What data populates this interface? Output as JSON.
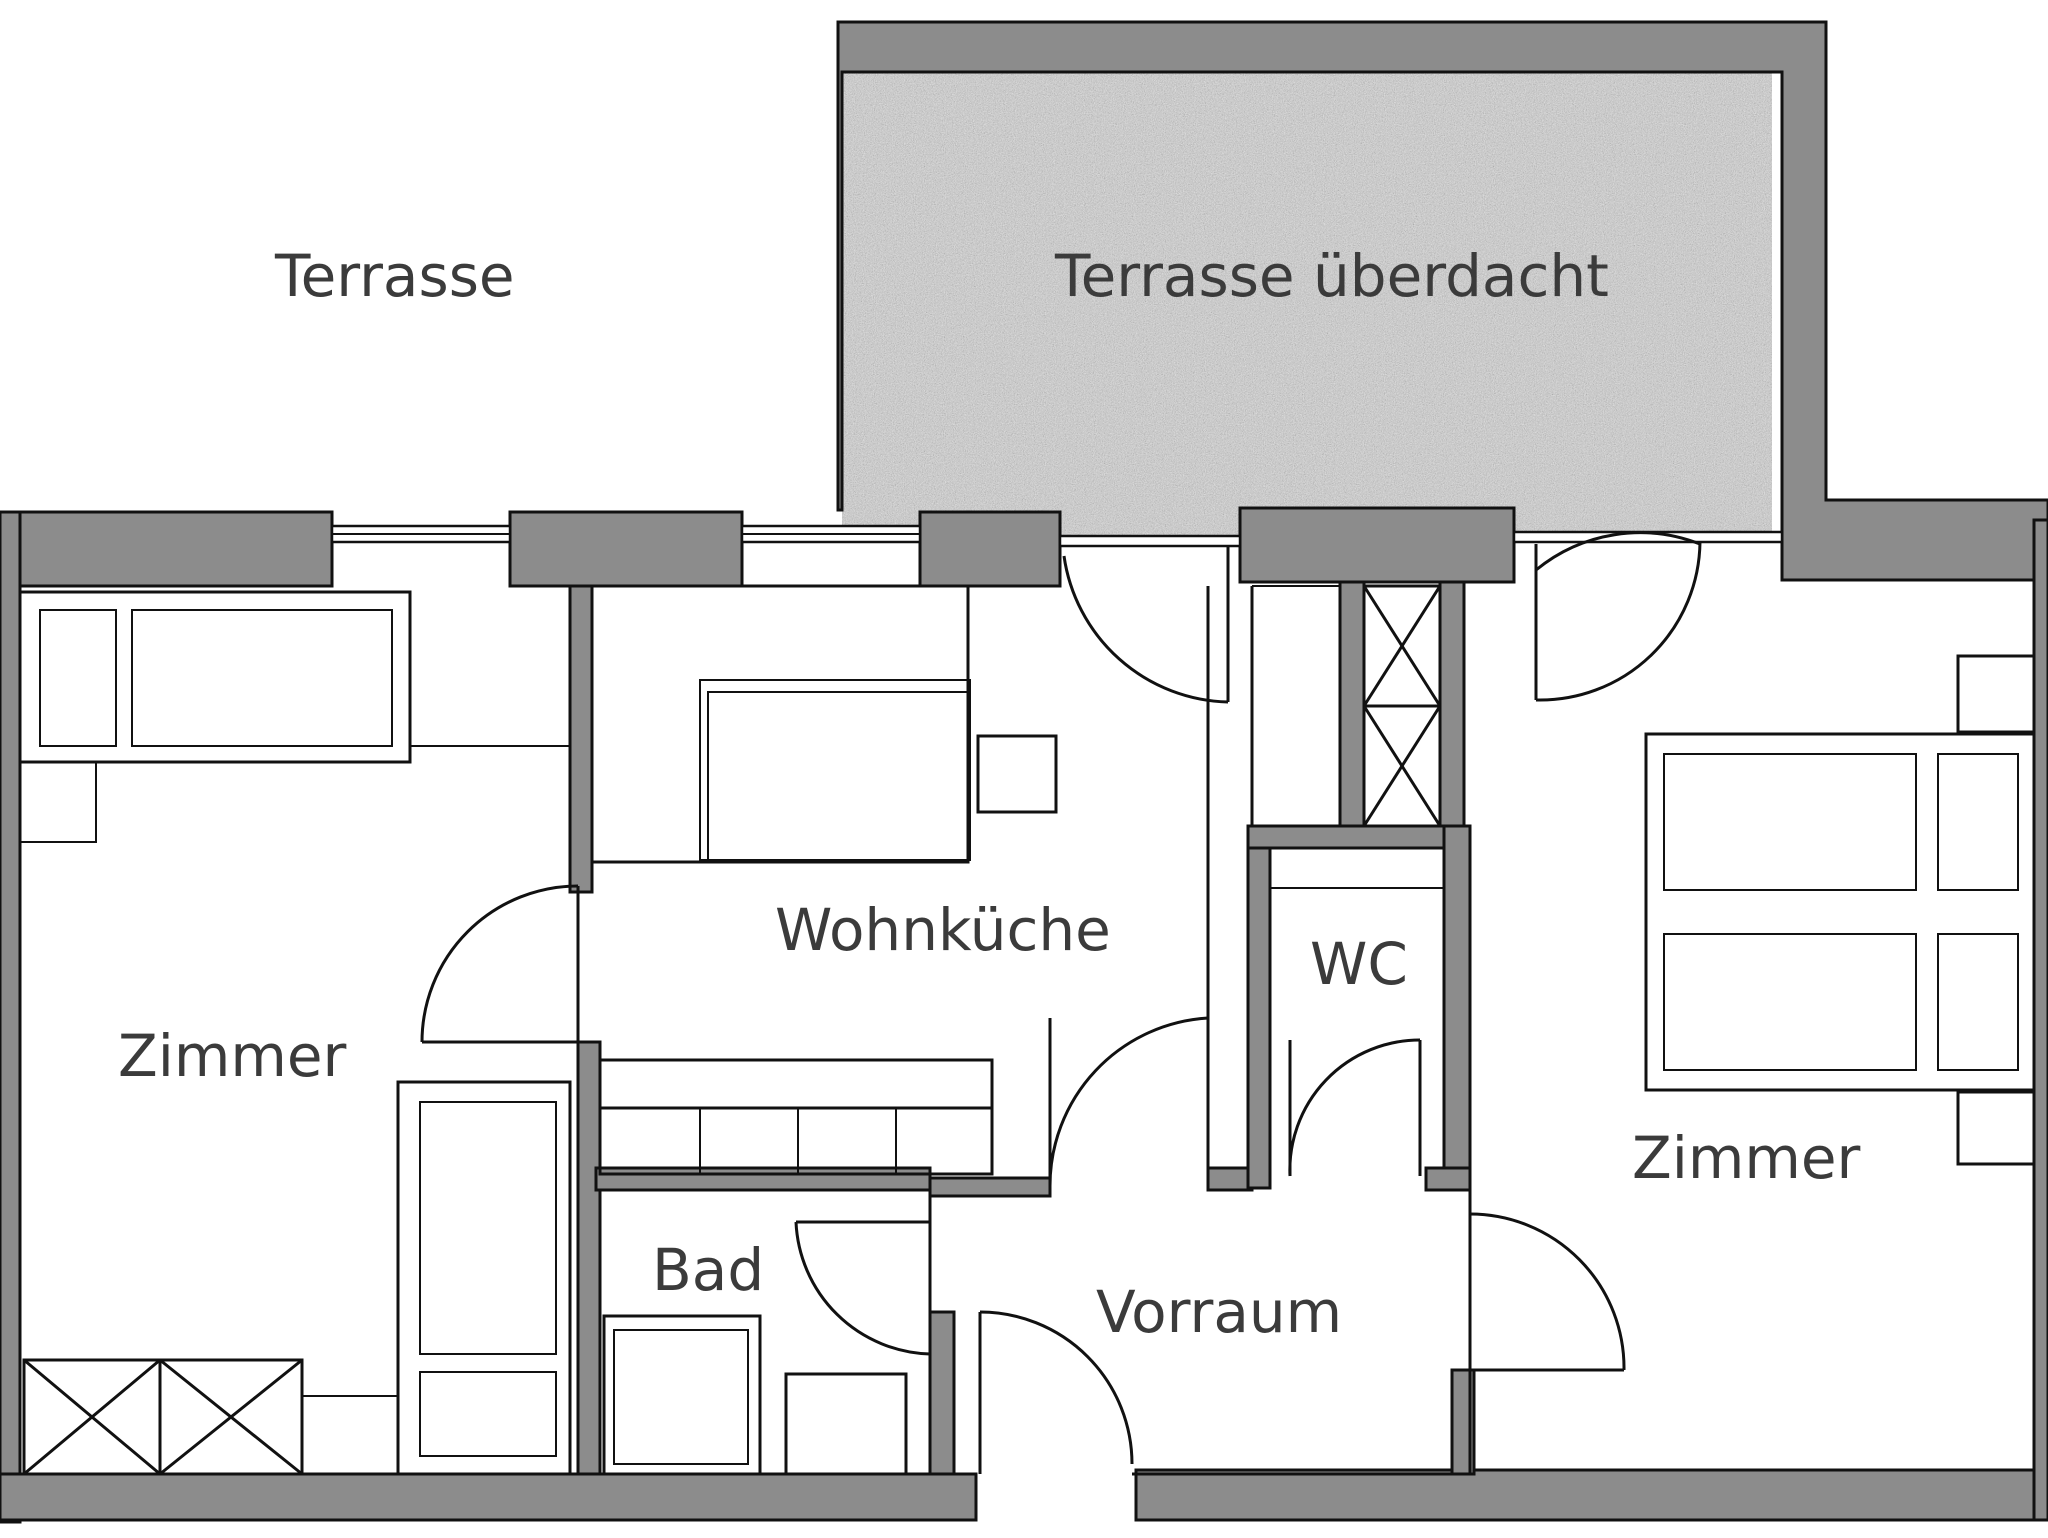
{
  "plan": {
    "colors": {
      "wall_fill": "#8c8c8c",
      "line": "#111111",
      "covered_terrace_fill": "#9a9a9a",
      "label": "#3b3b3b",
      "background": "#ffffff"
    },
    "rooms": {
      "terrace": "Terrasse",
      "covered_terrace": "Terrasse überdacht",
      "living_kitchen": "Wohnküche",
      "room_left": "Zimmer",
      "room_right": "Zimmer",
      "wc": "WC",
      "bath": "Bad",
      "hallway": "Vorraum"
    }
  }
}
